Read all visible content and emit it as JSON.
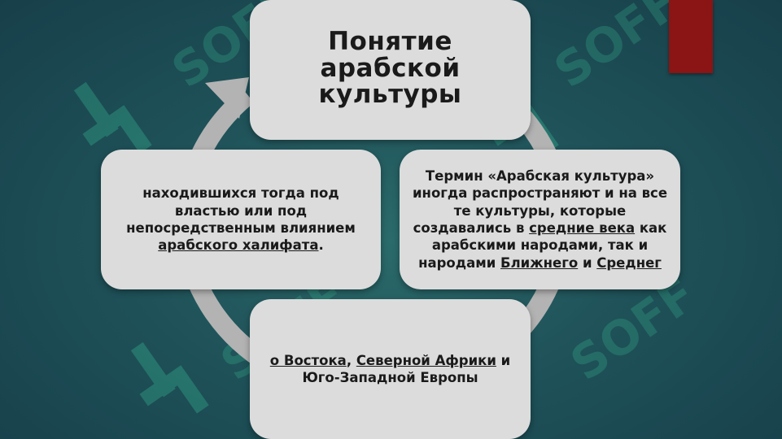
{
  "title": "Понятие арабской культуры",
  "right_box": {
    "t1": "Термин «Арабская культура» иногда распространяют и на все те культуры, которые создавались в ",
    "link1": "средние века",
    "t2": " как арабскими народами, так и народами ",
    "link2": "Ближнего",
    "t3": " и ",
    "link3": "Среднег"
  },
  "bottom_box": {
    "link1": "о Востока",
    "t1": ", ",
    "link2": "Северной Африки",
    "t2": " и Юго-Западной Европы"
  },
  "left_box": {
    "t1": "находившихся тогда под властью или под непосредственным влиянием ",
    "link1": "арабского халифата",
    "t2": "."
  },
  "watermark": "SOFF",
  "colors": {
    "background": "#1f5259",
    "box": "#dcdcdc",
    "ring": "#b3b3b3",
    "accent": "#8b1414",
    "watermark": "#3fd3a0"
  }
}
